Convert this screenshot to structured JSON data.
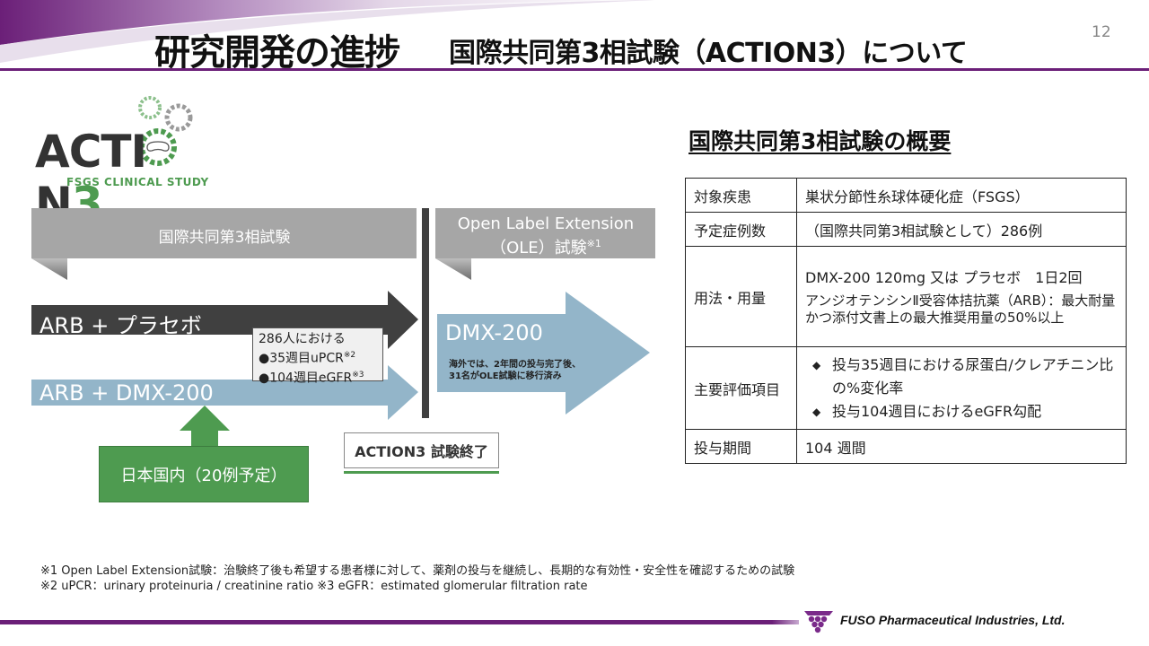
{
  "header": {
    "title": "研究開発の進捗",
    "subtitle": "国際共同第3相試験（ACTION3）について",
    "page_number": "12",
    "accent_color": "#6b1f78"
  },
  "logo": {
    "name_part1": "ACTI",
    "name_part2": "N",
    "name_part3": "3",
    "tagline": "FSGS CLINICAL STUDY"
  },
  "diagram": {
    "trial_banner": "国際共同第3相試験",
    "ole_banner_line1": "Open Label Extension",
    "ole_banner_line2": "（OLE）試験",
    "ole_banner_sup": "※1",
    "arm_placebo": "ARB + プラセボ",
    "arm_dmx": "ARB + DMX-200",
    "endpoints": {
      "line1": "286人における",
      "line2": "●35週目uPCR",
      "line2_sup": "※2",
      "line3": "●104週目eGFR",
      "line3_sup": "※3"
    },
    "ole_arm": "DMX-200",
    "ole_note_line1": "海外では、2年間の投与完了後、",
    "ole_note_line2": "31名がOLE試験に移行済み",
    "japan_box": "日本国内（20例予定）",
    "end_box": "ACTION3 試験終了"
  },
  "summary": {
    "title": "国際共同第3相試験の概要",
    "rows": [
      {
        "label": "対象疾患",
        "value": "巣状分節性糸球体硬化症（FSGS）"
      },
      {
        "label": "予定症例数",
        "value": "（国際共同第3相試験として）286例"
      },
      {
        "label": "用法・用量",
        "value_main": "DMX-200 120mg 又は プラセボ　1日2回",
        "value_sub": "アンジオテンシンⅡ受容体拮抗薬（ARB）：最大耐量かつ添付文書上の最大推奨用量の50%以上"
      },
      {
        "label": "主要評価項目",
        "bullets": [
          "投与35週目における尿蛋白/クレアチニン比の%変化率",
          "投与104週目におけるeGFR勾配"
        ]
      },
      {
        "label": "投与期間",
        "value": "104 週間"
      }
    ]
  },
  "footnotes": {
    "line1": "※1  Open Label Extension試験：治験終了後も希望する患者様に対して、薬剤の投与を継続し、長期的な有効性・安全性を確認するための試験",
    "line2": "※2  uPCR：urinary proteinuria / creatinine ratio  ※3  eGFR：estimated glomerular filtration rate"
  },
  "footer": {
    "company": "FUSO Pharmaceutical Industries, Ltd."
  },
  "colors": {
    "purple": "#6b1f78",
    "green": "#4e9b50",
    "gray_banner": "#a6a6a6",
    "dark_arrow": "#404040",
    "blue_arrow": "#93b5c9"
  }
}
